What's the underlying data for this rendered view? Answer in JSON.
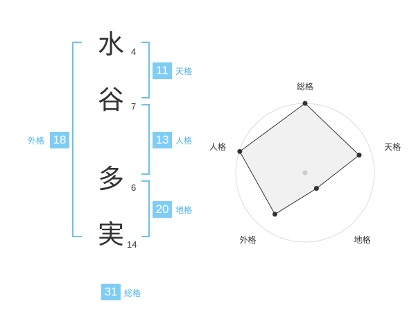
{
  "name": {
    "chars": [
      {
        "char": "水",
        "strokes": "4"
      },
      {
        "char": "谷",
        "strokes": "7"
      },
      {
        "char": "多",
        "strokes": "6"
      },
      {
        "char": "実",
        "strokes": "14"
      }
    ]
  },
  "kaku": {
    "tenkaku": {
      "value": "11",
      "label": "天格"
    },
    "jinkaku": {
      "value": "13",
      "label": "人格"
    },
    "chikaku": {
      "value": "20",
      "label": "地格"
    },
    "gaikaku": {
      "value": "18",
      "label": "外格"
    },
    "soukaku": {
      "value": "31",
      "label": "総格"
    }
  },
  "colors": {
    "accent": "#7fcdf5",
    "bracket": "#6ec1ec",
    "label": "#4fb4e9"
  },
  "chart_data": {
    "type": "radar",
    "axes": [
      "総格",
      "天格",
      "地格",
      "外格",
      "人格"
    ],
    "values": [
      1.0,
      0.82,
      0.28,
      0.74,
      0.99
    ],
    "range": [
      0,
      1
    ],
    "rings": 5
  }
}
